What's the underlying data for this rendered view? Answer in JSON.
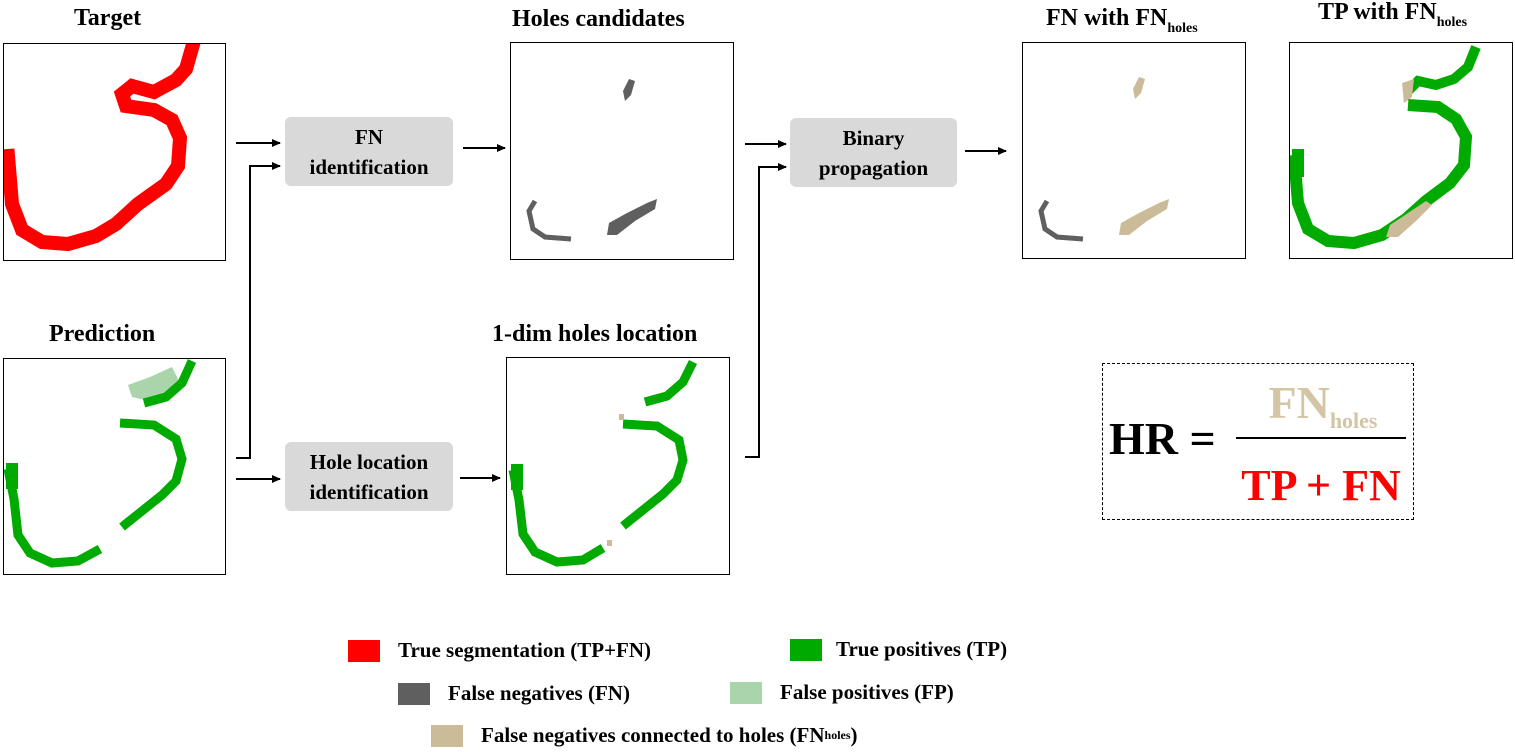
{
  "labels": {
    "target": "Target",
    "prediction": "Prediction",
    "holes_candidates": "Holes candidates",
    "one_dim_holes": "1-dim holes location",
    "fn_with": "FN with FN",
    "fn_with_sub": "holes",
    "tp_with": "TP with FN",
    "tp_with_sub": "holes"
  },
  "process_boxes": {
    "fn_identification": [
      "FN",
      "identification"
    ],
    "hole_location": [
      "Hole location",
      "identification"
    ],
    "binary_propagation": [
      "Binary",
      "propagation"
    ]
  },
  "formula": {
    "lhs": "HR =",
    "numerator": "FN",
    "numerator_sub": "holes",
    "denominator": "TP + FN"
  },
  "legend": [
    {
      "color": "#ff0000",
      "text": "True segmentation (TP+FN)",
      "sub": ""
    },
    {
      "color": "#00aa00",
      "text": "True positives (TP)",
      "sub": ""
    },
    {
      "color": "#5f5f5f",
      "text": "False negatives (FN)",
      "sub": ""
    },
    {
      "color": "#aad4aa",
      "text": "False positives (FP)",
      "sub": ""
    },
    {
      "color": "#cbbb98",
      "text": "False negatives connected to holes (FN",
      "sub": "holes",
      "close": ")"
    }
  ],
  "colors": {
    "target": "#ff0000",
    "tp": "#00aa00",
    "fn": "#5f5f5f",
    "fp": "#aad4aa",
    "fn_holes": "#cbbb98",
    "process_box": "#d9d9d9"
  }
}
